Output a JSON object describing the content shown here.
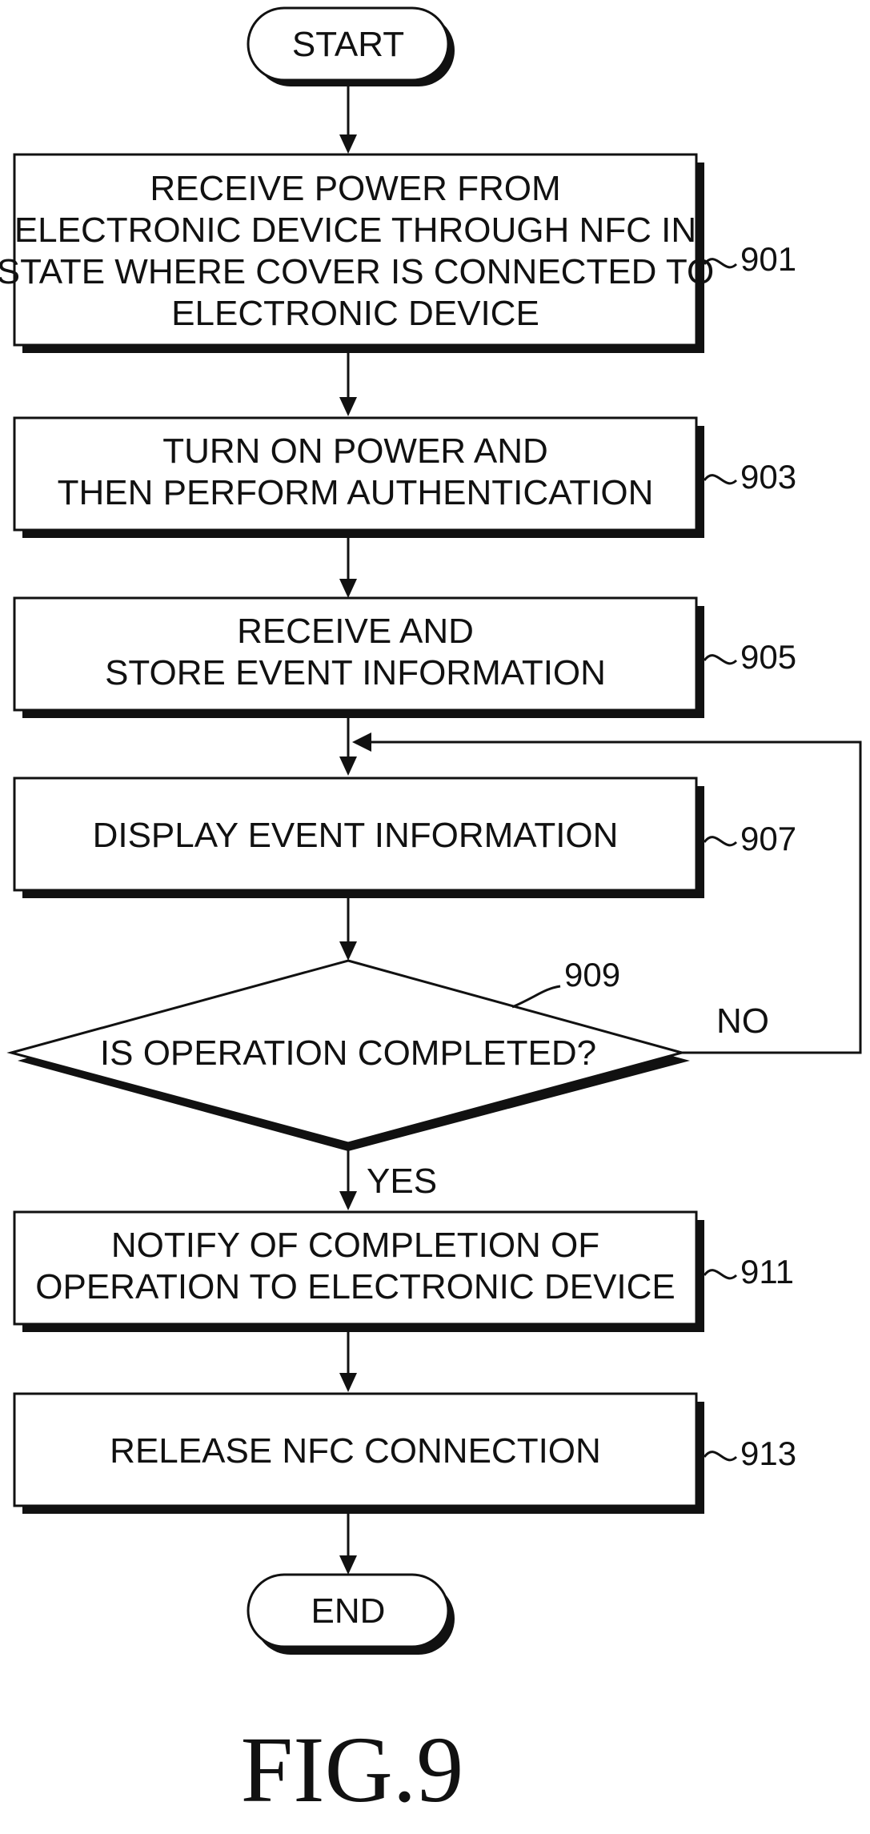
{
  "start": "START",
  "end": "END",
  "steps": [
    {
      "ref": "901",
      "lines": [
        "RECEIVE POWER FROM",
        "ELECTRONIC DEVICE THROUGH NFC IN",
        "STATE WHERE COVER IS CONNECTED TO",
        "ELECTRONIC DEVICE"
      ]
    },
    {
      "ref": "903",
      "lines": [
        "TURN ON POWER AND",
        "THEN PERFORM AUTHENTICATION"
      ]
    },
    {
      "ref": "905",
      "lines": [
        "RECEIVE AND",
        "STORE EVENT INFORMATION"
      ]
    },
    {
      "ref": "907",
      "lines": [
        "DISPLAY EVENT INFORMATION"
      ]
    }
  ],
  "decision": {
    "ref": "909",
    "text": "IS OPERATION COMPLETED?",
    "yes": "YES",
    "no": "NO"
  },
  "steps_after": [
    {
      "ref": "911",
      "lines": [
        "NOTIFY OF COMPLETION OF",
        "OPERATION TO ELECTRONIC DEVICE"
      ]
    },
    {
      "ref": "913",
      "lines": [
        "RELEASE NFC CONNECTION"
      ]
    }
  ],
  "figure_label": "FIG.9"
}
